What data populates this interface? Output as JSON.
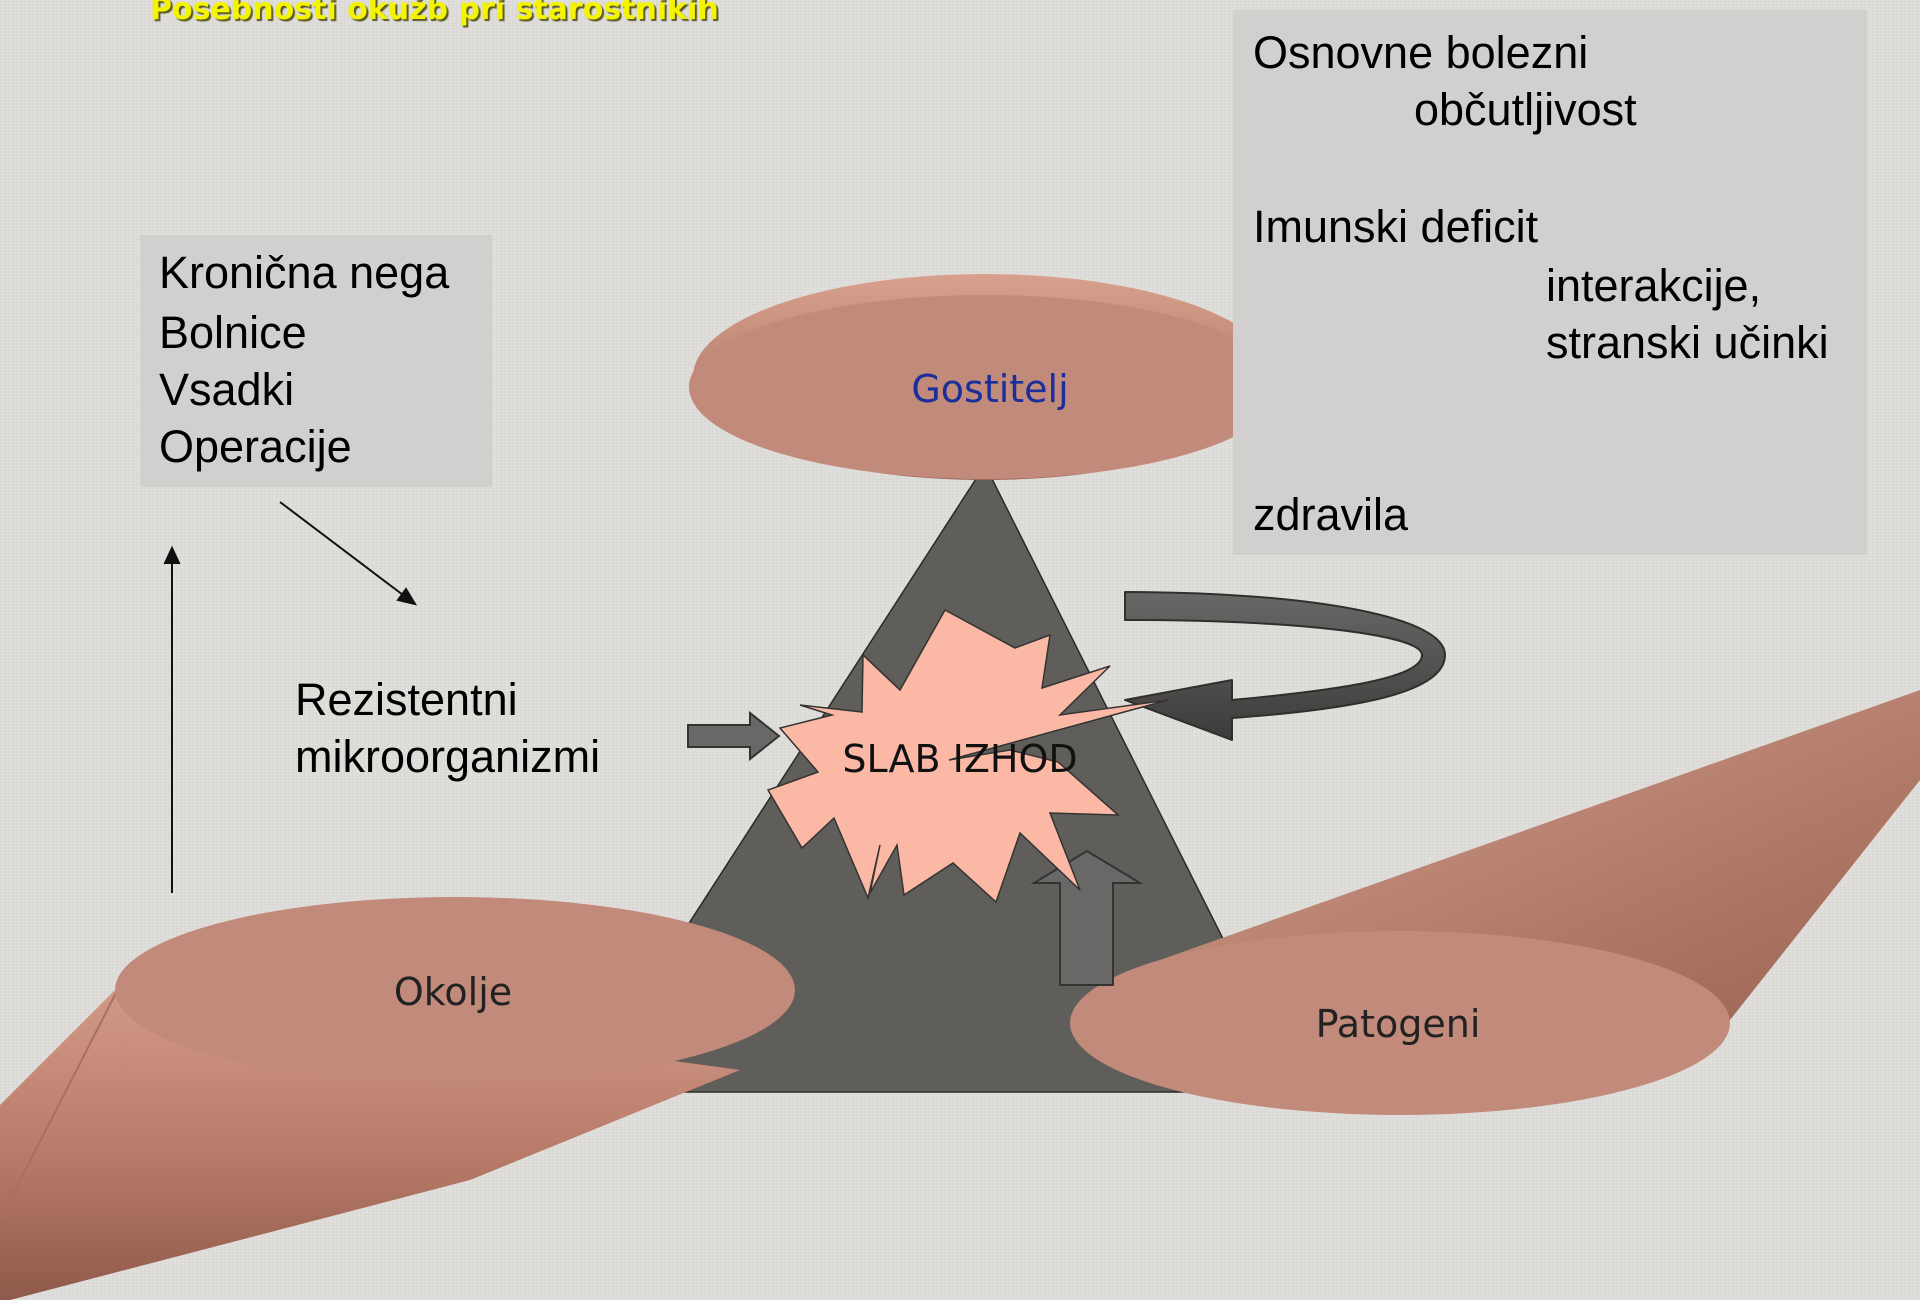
{
  "title": "Posebnosti okužb pri starostnikih",
  "left_box": {
    "lines": [
      "Kronična nega",
      "Bolnice",
      "Vsadki",
      "Operacije"
    ]
  },
  "right_box": {
    "osnovne_bolezni": "Osnovne bolezni",
    "obcutljivost": "občutljivost",
    "imunski_deficit": "Imunski deficit",
    "interakcije_1": "interakcije,",
    "interakcije_2": "stranski učinki",
    "zdravila": "zdravila"
  },
  "resistant": [
    "Rezistentni",
    "mikroorganizmi"
  ],
  "nodes": {
    "gostitelj": "Gostitelj",
    "okolje": "Okolje",
    "patogeni": "Patogeni",
    "center": "SLAB IZHOD"
  },
  "colors": {
    "title": "#f4f400",
    "disk": "#c28a7a",
    "triangle": "#5f5e5a",
    "burst": "#fbb9a5",
    "gostitelj_text": "#1a2f9a",
    "box": "#d2d0cf"
  }
}
